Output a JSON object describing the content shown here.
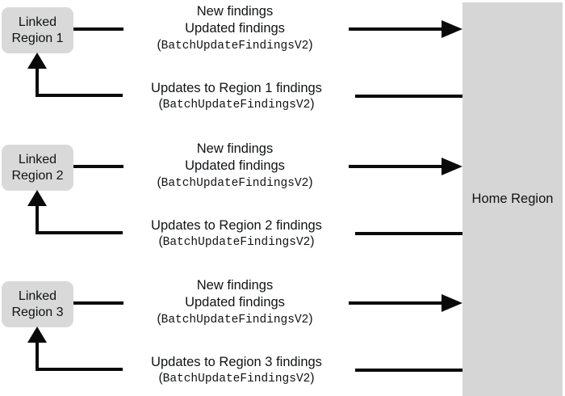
{
  "colors": {
    "box_fill": "#d9d9d9",
    "home_fill": "#d6d6d6",
    "arrow_line": "#0a0a0a",
    "text": "#101214"
  },
  "home_region": {
    "label": "Home Region"
  },
  "groups": [
    {
      "box_label_line1": "Linked",
      "box_label_line2": "Region 1",
      "forward_label_line1": "New findings",
      "forward_label_line2": "Updated findings",
      "forward_api_open": "(",
      "forward_api_code": "BatchUpdateFindingsV2",
      "forward_api_close": ")",
      "return_label": "Updates to Region 1 findings",
      "return_api_open": "(",
      "return_api_code": "BatchUpdateFindingsV2",
      "return_api_close": ")"
    },
    {
      "box_label_line1": "Linked",
      "box_label_line2": "Region 2",
      "forward_label_line1": "New findings",
      "forward_label_line2": "Updated findings",
      "forward_api_open": "(",
      "forward_api_code": "BatchUpdateFindingsV2",
      "forward_api_close": ")",
      "return_label": "Updates to Region 2 findings",
      "return_api_open": "(",
      "return_api_code": "BatchUpdateFindingsV2",
      "return_api_close": ")"
    },
    {
      "box_label_line1": "Linked",
      "box_label_line2": "Region 3",
      "forward_label_line1": "New findings",
      "forward_label_line2": "Updated findings",
      "forward_api_open": "(",
      "forward_api_code": "BatchUpdateFindingsV2",
      "forward_api_close": ")",
      "return_label": "Updates to Region 3 findings",
      "return_api_open": "(",
      "return_api_code": "BatchUpdateFindingsV2",
      "return_api_close": ")"
    }
  ]
}
